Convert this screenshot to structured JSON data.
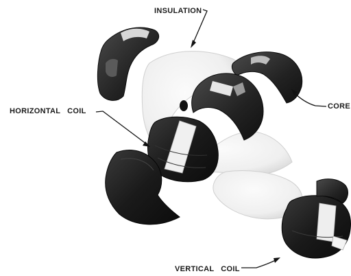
{
  "labels": {
    "insulation": "INSULATION",
    "horizontal_coil": "HORIZONTAL   COIL",
    "core": "CORE",
    "vertical_coil": "VERTICAL   COIL"
  },
  "colors": {
    "background": "#ffffff",
    "winding_dark": "#1c1c1c",
    "core_dark": "#2a2a2a",
    "insulation_light": "#f2f2f2",
    "insulation_shadow": "#d9d9d9",
    "tape_white": "#eeeeee",
    "label_text": "#1a1a1a"
  }
}
